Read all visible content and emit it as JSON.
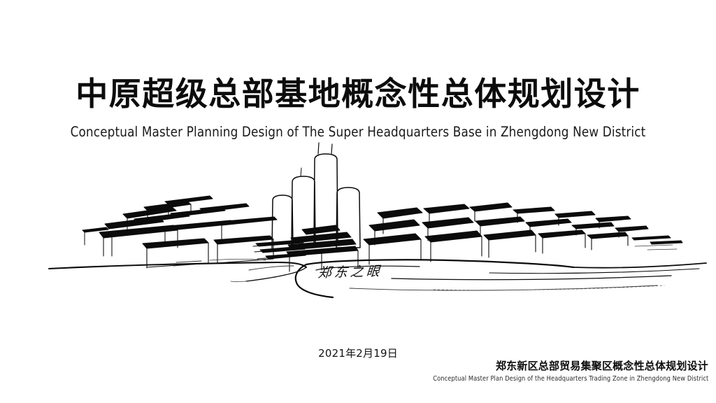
{
  "slide": {
    "background_color": "#ffffff",
    "ink_color": "#111111"
  },
  "title": {
    "main": "中原超级总部基地概念性总体规划设计",
    "sub": "Conceptual Master Planning Design of The Super Headquarters Base in Zhengdong New District"
  },
  "illustration": {
    "name": "skyline-sketch",
    "description": "Hand-drawn black ink perspective sketch of a city masterplan: a central cluster of tall rounded-top towers flanked by low-rise block buildings with solid black roof planes, receding to left and right horizons above long sweeping ground curves.",
    "calligraphy_label": "郑东之眼"
  },
  "date": {
    "text": "2021年2月19日"
  },
  "footer": {
    "cn": "郑东新区总部贸易集聚区概念性总体规划设计",
    "en": "Conceptual Master Plan Design of the Headquarters Trading Zone in Zhengdong New District"
  }
}
